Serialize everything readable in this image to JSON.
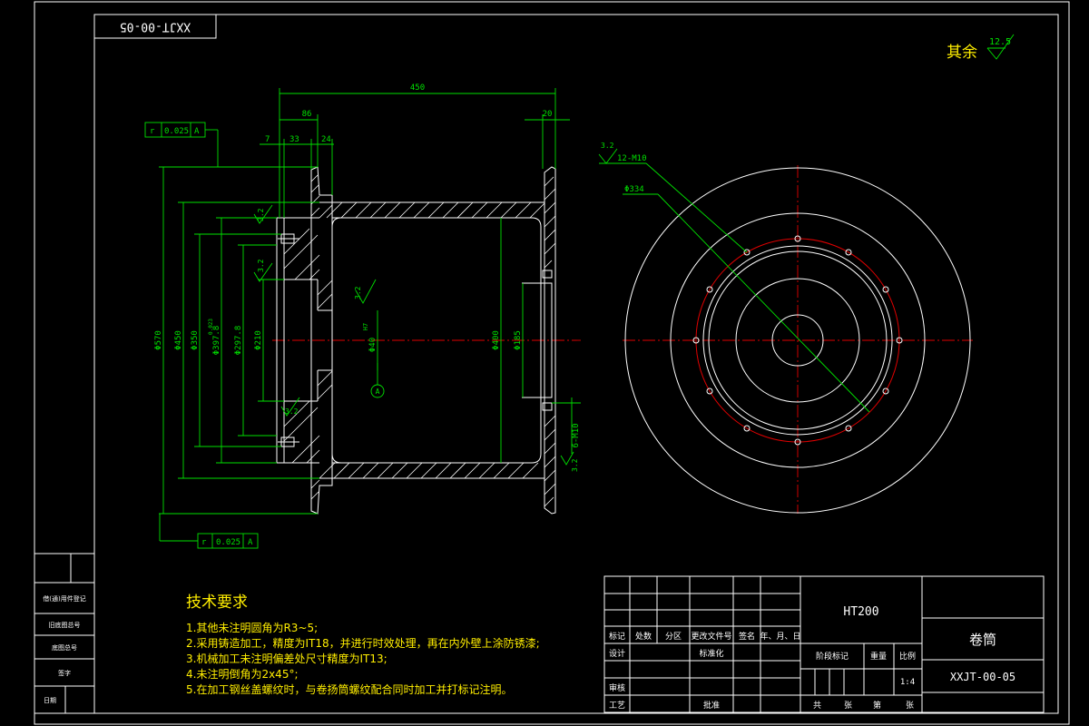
{
  "drawing_number_box": "XXJT-00-05",
  "other_roughness": {
    "label": "其余",
    "value": "12.5"
  },
  "dimensions": {
    "overall_length": "450",
    "left_flange": "86",
    "right_flange": "20",
    "d7": "7",
    "d33": "33",
    "d24": "24",
    "dia_570": "Φ570",
    "dia_450": "Φ450",
    "dia_350": "Φ350",
    "dia_397": "Φ397.8",
    "dia_297": "Φ297.8",
    "dia_210": "Φ210",
    "dia_400": "Φ400",
    "dia_185": "Φ185",
    "dia_40": "Φ40",
    "bolt_pattern_a": "12-M10",
    "bolt_circle": "Φ334",
    "bolt_pattern_b": "6-M10",
    "tol_small": "0.023",
    "tol_sub": "0",
    "tol_h7": "H7"
  },
  "roughness_marks": {
    "r1": "3.2",
    "r2": "3.2",
    "r3": "3.2",
    "r4": "3.2",
    "r5": "3.2",
    "r6": "3.2"
  },
  "tolerance_frames": {
    "top": {
      "symbol": "r",
      "value": "0.025",
      "datum": "A"
    },
    "bottom": {
      "symbol": "r",
      "value": "0.025",
      "datum": "A"
    }
  },
  "datum_label": "A",
  "tech_requirements": {
    "title": "技术要求",
    "items": [
      "1.其他未注明圆角为R3~5;",
      "2.采用铸造加工，精度为IT18，并进行时效处理，再在内外壁上涂防锈漆;",
      "3.机械加工未注明偏差处尺寸精度为IT13;",
      "4.未注明倒角为2x45°;",
      "5.在加工钢丝盖螺纹时，与卷扬筒螺纹配合同时加工并打标记注明。"
    ]
  },
  "title_block": {
    "material": "HT200",
    "part_name": "卷筒",
    "drawing_number": "XXJT-00-05",
    "scale": "1:4",
    "row_labels": [
      "标记",
      "处数",
      "分区",
      "更改文件号",
      "签名",
      "年、月、日"
    ],
    "design": "设计",
    "standardization": "标准化",
    "stage_mark": "阶段标记",
    "weight": "重量",
    "scale_label": "比例",
    "review": "审核",
    "process": "工艺",
    "approve": "批准",
    "sheet_total": "共",
    "sheet_label": "张",
    "sheet_no": "第",
    "sheet_label2": "张"
  },
  "side_strip": {
    "cells": [
      "借(通)用件登记",
      "旧底图总号",
      "底图总号",
      "签字",
      "日期"
    ]
  }
}
